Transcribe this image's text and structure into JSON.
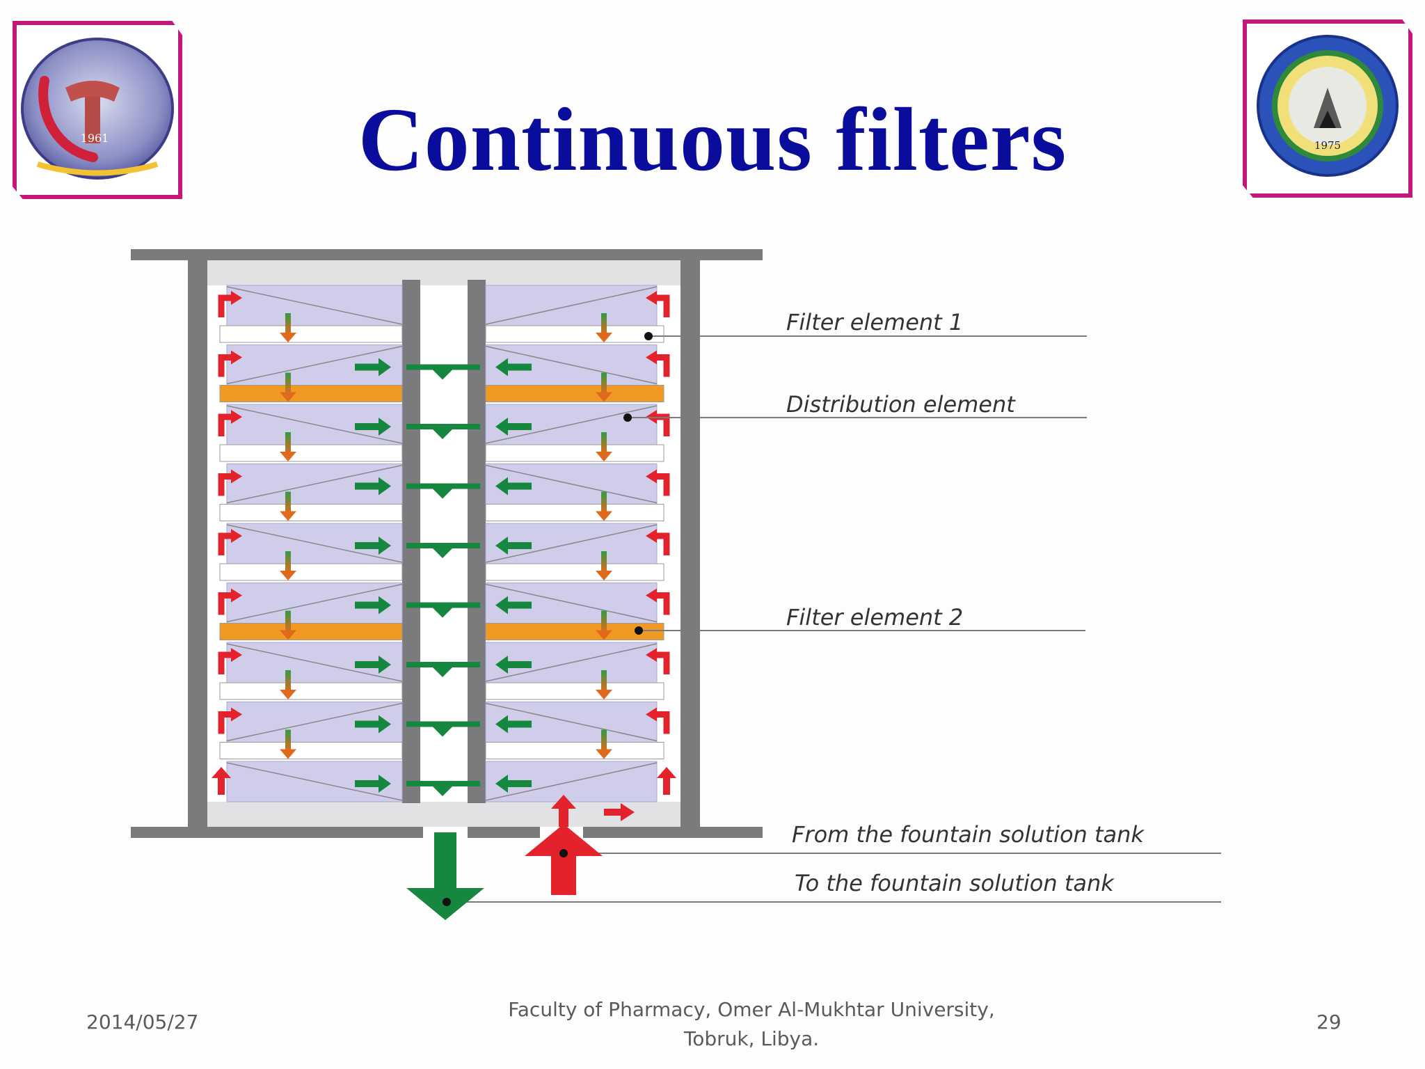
{
  "slide": {
    "title": "Continuous filters",
    "logos": {
      "left": {
        "year_text": "1961"
      },
      "right": {
        "year_text": "1975"
      }
    }
  },
  "diagram": {
    "labels": {
      "filter_element_1": "Filter element 1",
      "distribution_element": "Distribution element",
      "filter_element_2": "Filter element 2",
      "from_tank": "From the fountain solution tank",
      "to_tank": "To the fountain solution tank"
    },
    "colors": {
      "frame": "#7b7b7d",
      "inner_panel": "#e2e2e4",
      "filter_fill": "#cfcdea",
      "distribution": "#f19a23",
      "arrow_red": "#e3222b",
      "arrow_green": "#15873f",
      "leader_line": "#7a7a7a"
    }
  },
  "footer": {
    "date": "2014/05/27",
    "institution_line1": "Faculty of Pharmacy, Omer Al-Mukhtar University,",
    "institution_line2": "Tobruk, Libya.",
    "page_number": "29"
  }
}
